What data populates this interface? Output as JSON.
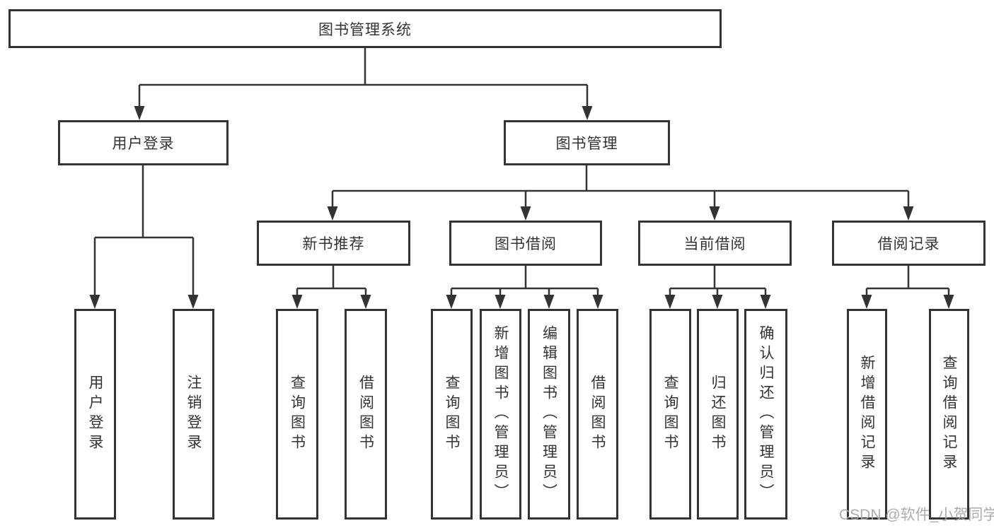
{
  "diagram": {
    "title": "图书管理系统",
    "watermark": "CSDN @软件_小贺同学",
    "colors": {
      "line": "#333333",
      "box_border": "#333333",
      "box_background": "#ffffff",
      "text": "#333333",
      "watermark_text": "#a6a6a6"
    },
    "nodes": {
      "sys": {
        "label": "图书管理系统"
      },
      "login": {
        "label": "用户登录"
      },
      "mgmt": {
        "label": "图书管理"
      },
      "user_login": {
        "label": "用户登录"
      },
      "logout": {
        "label": "注销登录"
      },
      "newbook": {
        "label": "新书推荐"
      },
      "borrow": {
        "label": "图书借阅"
      },
      "current": {
        "label": "当前借阅"
      },
      "records": {
        "label": "借阅记录"
      },
      "nb_query": {
        "label": "查询图书"
      },
      "nb_borrow": {
        "label": "借阅图书"
      },
      "bw_query": {
        "label": "查询图书"
      },
      "bw_add": {
        "label": "新增图书（管理员）"
      },
      "bw_edit": {
        "label": "编辑图书（管理员）"
      },
      "bw_borrow": {
        "label": "借阅图书"
      },
      "cur_query": {
        "label": "查询图书"
      },
      "cur_return": {
        "label": "归还图书"
      },
      "cur_confirm": {
        "label": "确认归还（管理员）"
      },
      "rec_add": {
        "label": "新增借阅记录"
      },
      "rec_query": {
        "label": "查询借阅记录"
      }
    },
    "edges": [
      [
        "sys",
        "login"
      ],
      [
        "sys",
        "mgmt"
      ],
      [
        "login",
        "user_login"
      ],
      [
        "login",
        "logout"
      ],
      [
        "mgmt",
        "newbook"
      ],
      [
        "mgmt",
        "borrow"
      ],
      [
        "mgmt",
        "current"
      ],
      [
        "mgmt",
        "records"
      ],
      [
        "newbook",
        "nb_query"
      ],
      [
        "newbook",
        "nb_borrow"
      ],
      [
        "borrow",
        "bw_query"
      ],
      [
        "borrow",
        "bw_add"
      ],
      [
        "borrow",
        "bw_edit"
      ],
      [
        "borrow",
        "bw_borrow"
      ],
      [
        "current",
        "cur_query"
      ],
      [
        "current",
        "cur_return"
      ],
      [
        "current",
        "cur_confirm"
      ],
      [
        "records",
        "rec_add"
      ],
      [
        "records",
        "rec_query"
      ]
    ]
  }
}
